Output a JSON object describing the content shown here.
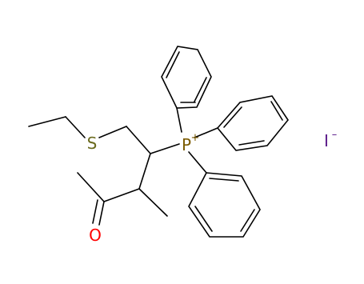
{
  "molecule": {
    "atoms": {
      "sulfur": "S",
      "phosphorus": "P",
      "phosphorus_charge": "+",
      "oxygen": "O",
      "iodine": "I",
      "iodide_charge": "–"
    },
    "colors": {
      "bond": "#000000",
      "sulfur": "#6b6b1f",
      "phosphorus": "#7a5a00",
      "oxygen": "#ff0000",
      "iodine": "#5a1a8a"
    }
  }
}
